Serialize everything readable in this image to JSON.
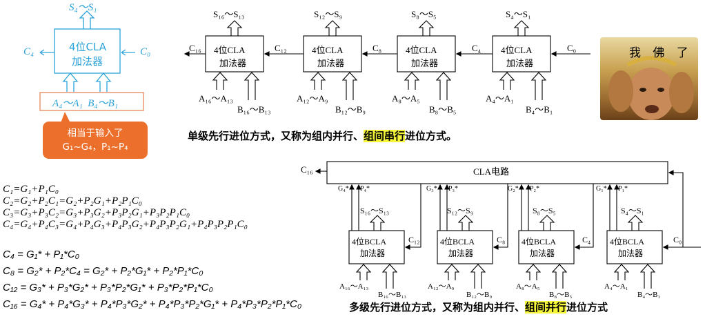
{
  "left_adder": {
    "output_top": "S₄～S₁",
    "box_line1": "4位CLA",
    "box_line2": "加法器",
    "carry_out": "C₄",
    "carry_in": "C₀",
    "inputs": "A₄～A₁  B₄～B₁",
    "color": "#2aa3d8"
  },
  "callout": {
    "line1": "相当于输入了",
    "line2": "G₁~G₄，P₁~P₄",
    "color": "#ec6f2c"
  },
  "meme": {
    "text": "我 佛 了"
  },
  "single_level": {
    "stages": [
      {
        "sum": "S₁₆～S₁₃",
        "box1": "4位CLA",
        "box2": "加法器",
        "a": "A₁₆～A₁₃",
        "b": "B₁₆～B₁₃",
        "cout": "C₁₆"
      },
      {
        "sum": "S₁₂～S₉",
        "box1": "4位CLA",
        "box2": "加法器",
        "a": "A₁₂～A₉",
        "b": "B₁₂～B₉",
        "cout": "C₁₂"
      },
      {
        "sum": "S₈～S₅",
        "box1": "4位CLA",
        "box2": "加法器",
        "a": "A₈～A₅",
        "b": "B₈～B₅",
        "cout": "C₈"
      },
      {
        "sum": "S₄～S₁",
        "box1": "4位CLA",
        "box2": "加法器",
        "a": "A₄～A₁",
        "b": "B₄～B₁",
        "cout": "C₄"
      }
    ],
    "cin": "C₀",
    "caption_pre": "单级先行进位方式，又称为组内并行、",
    "caption_hl": "组间串行",
    "caption_post": "进位方式。"
  },
  "multi_level": {
    "cla_label": "CLA电路",
    "c16": "C₁₆",
    "stages": [
      {
        "g": "G₄*",
        "p": "P₄*",
        "sum": "S₁₆～S₁₃",
        "box1": "4位BCLA",
        "box2": "加法器",
        "a": "A₁₆～A₁₃",
        "b": "B₁₆～B₁₃",
        "cin": "C₁₂"
      },
      {
        "g": "G₃*",
        "p": "P₃*",
        "sum": "S₁₂～S₉",
        "box1": "4位BCLA",
        "box2": "加法器",
        "a": "A₁₂～A₉",
        "b": "B₁₂～B₉",
        "cin": "C₈"
      },
      {
        "g": "G₂*",
        "p": "P₂*",
        "sum": "S₈～S₅",
        "box1": "4位BCLA",
        "box2": "加法器",
        "a": "A₈～A₅",
        "b": "B₈～B₅",
        "cin": "C₄"
      },
      {
        "g": "G₁*",
        "p": "P₁*",
        "sum": "S₄～S₁",
        "box1": "4位BCLA",
        "box2": "加法器",
        "a": "A₄～A₁",
        "b": "B₄～B₁",
        "cin": "C₀"
      }
    ],
    "caption_pre": "多级先行进位方式，又称为组内并行、",
    "caption_hl": "组间并行",
    "caption_post": "进位方式"
  },
  "equations_a": [
    "C₁=G₁+P₁C₀",
    "C₂=G₂+P₂C₁=G₂+P₂G₁+P₂P₁C₀",
    "C₃=G₃+P₃C₂=G₃+P₃G₂+P₃P₂G₁+P₃P₂P₁C₀",
    "C₄=G₄+P₄C₃=G₄+P₄G₃+P₄P₃G₂+P₄P₃P₂G₁+P₄P₃P₂P₁C₀"
  ],
  "equations_b": [
    "C₄ = G₁* + P₁*C₀",
    "C₈ = G₂* + P₂*C₄ = G₂* + P₂*G₁* + P₂*P₁*C₀",
    "C₁₂ = G₃* + P₃*G₂* + P₃*P₂*G₁* + P₃*P₂*P₁*C₀",
    "C₁₆ = G₄* + P₄*G₃* + P₄*P₃*G₂* + P₄*P₃*P₂*G₁* + P₄*P₃*P₂*P₁*C₀"
  ]
}
